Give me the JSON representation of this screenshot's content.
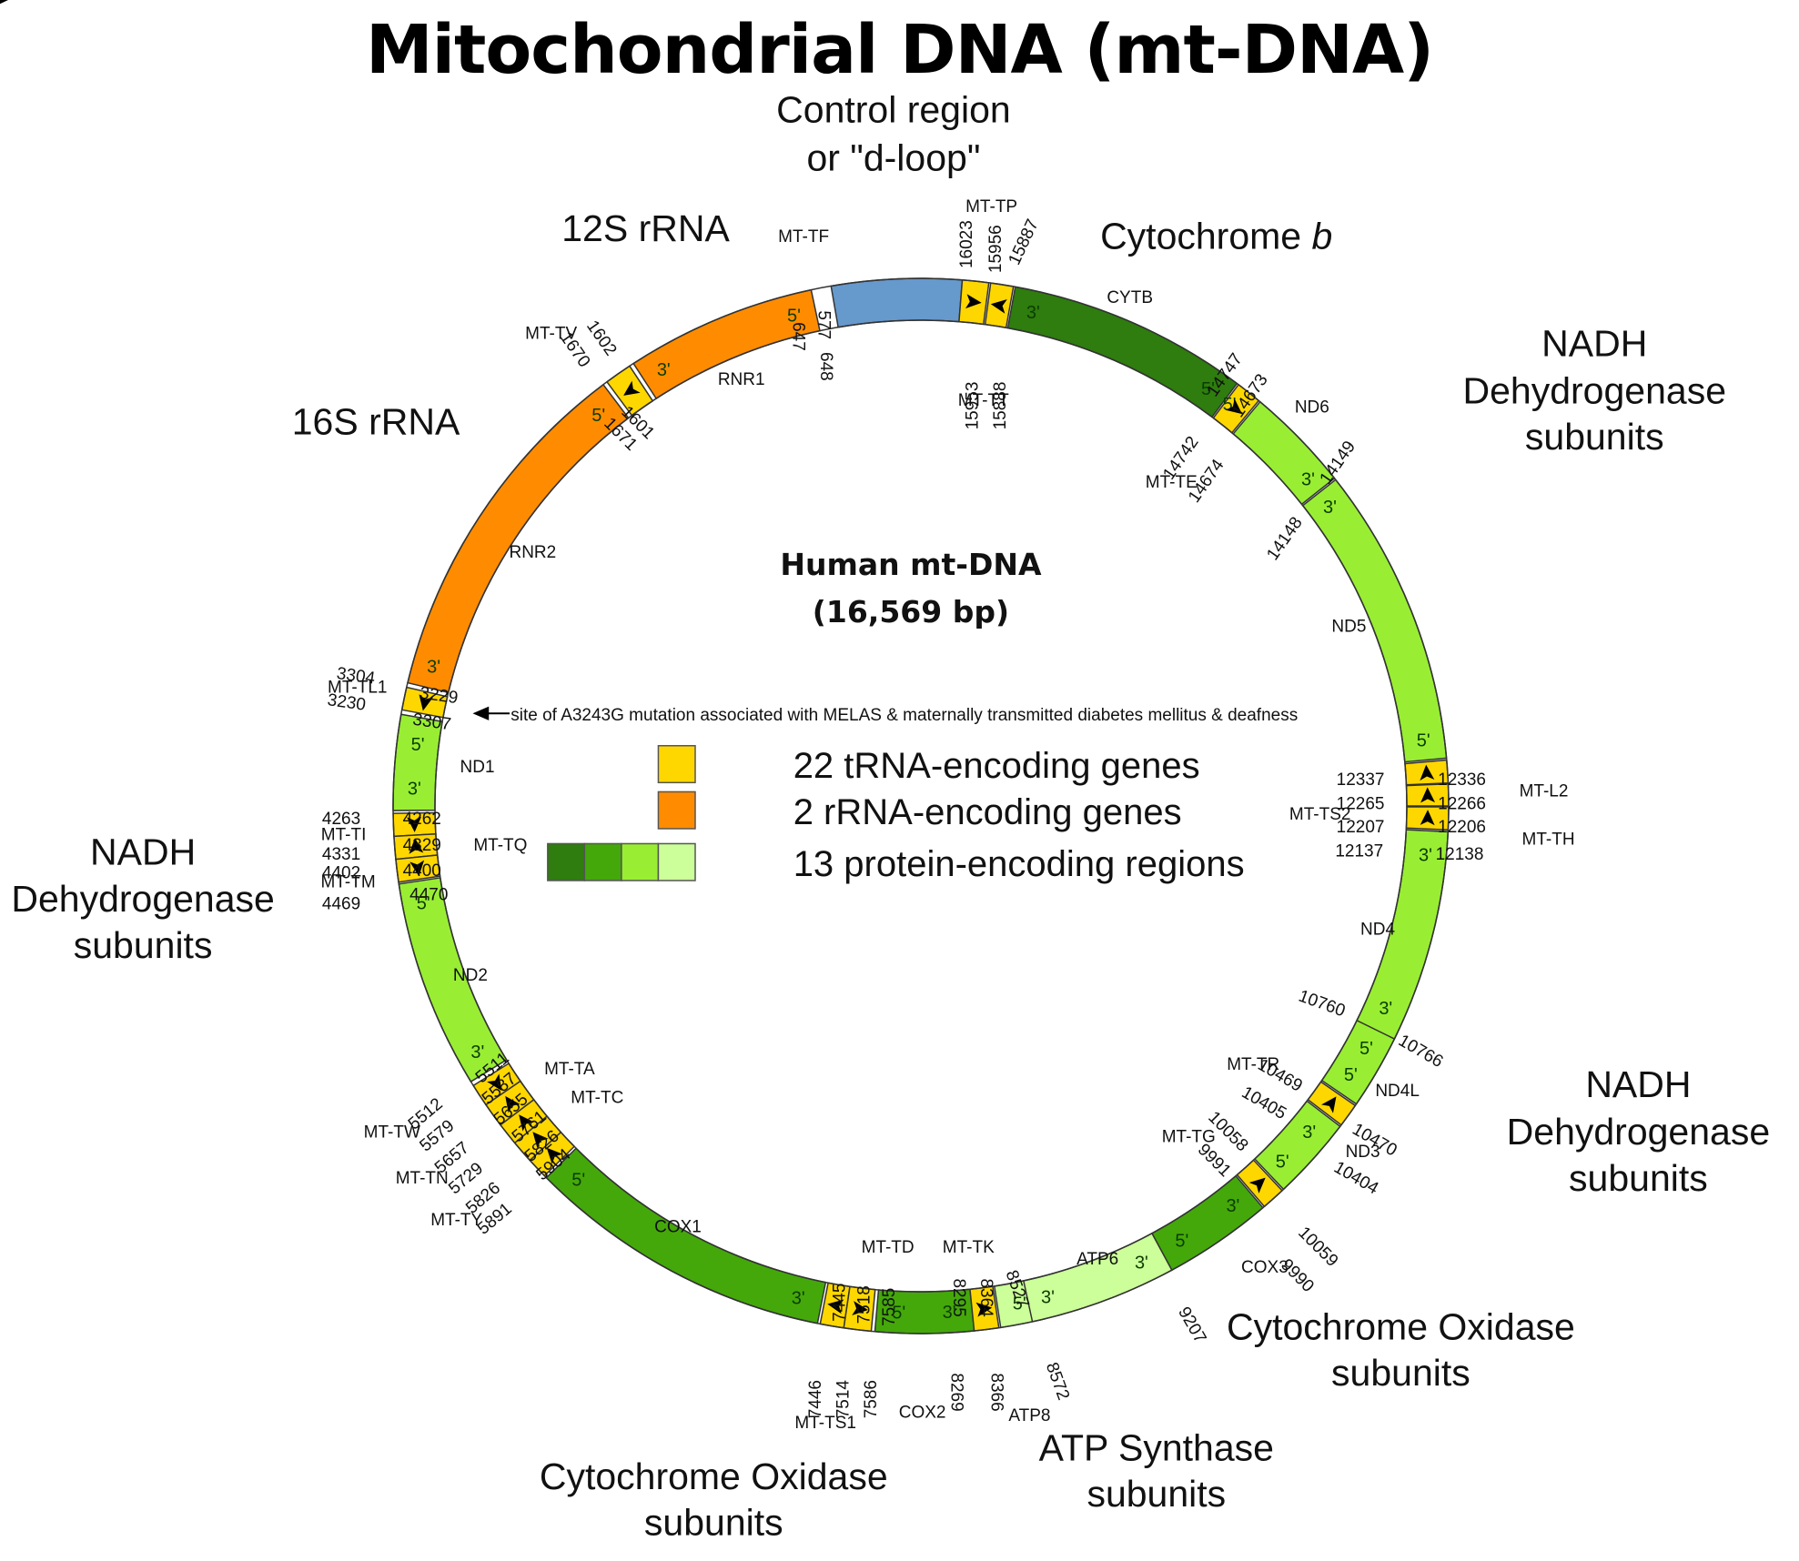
{
  "title": "Mitochondrial DNA (mt-DNA)",
  "center": {
    "line1": "Human mt-DNA",
    "line2": "(16,569 bp)",
    "genome_length_bp": 16569
  },
  "colors": {
    "trna": "#FFD700",
    "rrna": "#FF8C00",
    "control": "#6699CC",
    "protein_dark": "#2E7D0E",
    "protein_mid": "#44A80A",
    "protein_light": "#99EE33",
    "protein_pale": "#CCFF99",
    "outline": "#333333"
  },
  "region_labels": [
    {
      "id": "control",
      "lines": [
        "Control region",
        "or \"d-loop\""
      ]
    },
    {
      "id": "12s",
      "lines": [
        "12S rRNA"
      ]
    },
    {
      "id": "16s",
      "lines": [
        "16S rRNA"
      ]
    },
    {
      "id": "cytb",
      "lines": [
        "Cytochrome b"
      ]
    },
    {
      "id": "nadh-tr",
      "lines": [
        "NADH",
        "Dehydrogenase",
        "subunits"
      ]
    },
    {
      "id": "nadh-left",
      "lines": [
        "NADH",
        "Dehydrogenase",
        "subunits"
      ]
    },
    {
      "id": "nadh-br",
      "lines": [
        "NADH",
        "Dehydrogenase",
        "subunits"
      ]
    },
    {
      "id": "cox-br",
      "lines": [
        "Cytochrome Oxidase",
        "subunits"
      ]
    },
    {
      "id": "atp",
      "lines": [
        "ATP Synthase",
        "subunits"
      ]
    },
    {
      "id": "cox-bl",
      "lines": [
        "Cytochrome Oxidase",
        "subunits"
      ]
    }
  ],
  "segments": [
    {
      "name": "Control region",
      "type": "control",
      "start": 16023,
      "end": 577
    },
    {
      "name": "MT-TF",
      "type": "trna",
      "start": 577,
      "end": 647,
      "strand": "ccw"
    },
    {
      "name": "RNR1",
      "type": "rrna",
      "start": 648,
      "end": 1601
    },
    {
      "name": "MT-TV",
      "type": "trna",
      "start": 1602,
      "end": 1670,
      "strand": "ccw"
    },
    {
      "name": "RNR2",
      "type": "rrna",
      "start": 1671,
      "end": 3229
    },
    {
      "name": "MT-TL1",
      "type": "trna",
      "start": 3230,
      "end": 3304,
      "strand": "ccw"
    },
    {
      "name": "ND1",
      "type": "protein_light",
      "start": 3307,
      "end": 4262
    },
    {
      "name": "MT-TI",
      "type": "trna",
      "start": 4263,
      "end": 4331,
      "strand": "ccw"
    },
    {
      "name": "MT-TQ",
      "type": "trna",
      "start": 4329,
      "end": 4400,
      "strand": "cw"
    },
    {
      "name": "MT-TM",
      "type": "trna",
      "start": 4402,
      "end": 4469,
      "strand": "ccw"
    },
    {
      "name": "ND2",
      "type": "protein_light",
      "start": 4470,
      "end": 5511
    },
    {
      "name": "MT-TW",
      "type": "trna",
      "start": 5512,
      "end": 5579,
      "strand": "ccw"
    },
    {
      "name": "MT-TA",
      "type": "trna",
      "start": 5587,
      "end": 5655,
      "strand": "cw"
    },
    {
      "name": "MT-TN",
      "type": "trna",
      "start": 5657,
      "end": 5729,
      "strand": "cw"
    },
    {
      "name": "MT-TC",
      "type": "trna",
      "start": 5761,
      "end": 5826,
      "strand": "cw"
    },
    {
      "name": "MT-TY",
      "type": "trna",
      "start": 5826,
      "end": 5891,
      "strand": "cw"
    },
    {
      "name": "COX1",
      "type": "protein_mid",
      "start": 5904,
      "end": 7445
    },
    {
      "name": "MT-TS1",
      "type": "trna",
      "start": 7446,
      "end": 7514,
      "strand": "cw"
    },
    {
      "name": "MT-TD",
      "type": "trna",
      "start": 7518,
      "end": 7585,
      "strand": "ccw"
    },
    {
      "name": "COX2",
      "type": "protein_mid",
      "start": 7586,
      "end": 8269
    },
    {
      "name": "MT-TK",
      "type": "trna",
      "start": 8295,
      "end": 8364,
      "strand": "ccw"
    },
    {
      "name": "ATP8",
      "type": "protein_pale",
      "start": 8366,
      "end": 8572
    },
    {
      "name": "ATP6",
      "type": "protein_pale",
      "start": 8527,
      "end": 9207
    },
    {
      "name": "COX3",
      "type": "protein_mid",
      "start": 9207,
      "end": 9990
    },
    {
      "name": "MT-TG",
      "type": "trna",
      "start": 9991,
      "end": 10058,
      "strand": "ccw"
    },
    {
      "name": "ND3",
      "type": "protein_light",
      "start": 10059,
      "end": 10404
    },
    {
      "name": "MT-TR",
      "type": "trna",
      "start": 10405,
      "end": 10469,
      "strand": "ccw"
    },
    {
      "name": "ND4L",
      "type": "protein_light",
      "start": 10470,
      "end": 10766
    },
    {
      "name": "ND4",
      "type": "protein_light",
      "start": 10760,
      "end": 12137
    },
    {
      "name": "MT-TH",
      "type": "trna",
      "start": 12138,
      "end": 12206,
      "strand": "ccw"
    },
    {
      "name": "MT-TS2",
      "type": "trna",
      "start": 12207,
      "end": 12265,
      "strand": "ccw"
    },
    {
      "name": "MT-L2",
      "type": "trna",
      "start": 12266,
      "end": 12336,
      "strand": "ccw"
    },
    {
      "name": "ND5",
      "type": "protein_light",
      "start": 12337,
      "end": 14148
    },
    {
      "name": "ND6",
      "type": "protein_light",
      "start": 14149,
      "end": 14673
    },
    {
      "name": "MT-TE",
      "type": "trna",
      "start": 14674,
      "end": 14742,
      "strand": "cw"
    },
    {
      "name": "CYTB",
      "type": "protein_dark",
      "start": 14747,
      "end": 15887
    },
    {
      "name": "MT-TT",
      "type": "trna",
      "start": 15888,
      "end": 15953,
      "strand": "ccw"
    },
    {
      "name": "MT-TP",
      "type": "trna",
      "start": 15956,
      "end": 16023,
      "strand": "cw"
    }
  ],
  "gene_labels": [
    {
      "text": "MT-TF",
      "anchor": "MT-TF"
    },
    {
      "text": "RNR1",
      "anchor": "RNR1"
    },
    {
      "text": "MT-TV",
      "anchor": "MT-TV"
    },
    {
      "text": "RNR2",
      "anchor": "RNR2"
    },
    {
      "text": "MT-TL1",
      "anchor": "MT-TL1"
    },
    {
      "text": "ND1",
      "anchor": "ND1"
    },
    {
      "text": "MT-TI",
      "anchor": "MT-TI"
    },
    {
      "text": "MT-TQ",
      "anchor": "MT-TQ"
    },
    {
      "text": "MT-TM",
      "anchor": "MT-TM"
    },
    {
      "text": "ND2",
      "anchor": "ND2"
    },
    {
      "text": "MT-TW",
      "anchor": "MT-TW"
    },
    {
      "text": "MT-TA",
      "anchor": "MT-TA"
    },
    {
      "text": "MT-TN",
      "anchor": "MT-TN"
    },
    {
      "text": "MT-TC",
      "anchor": "MT-TC"
    },
    {
      "text": "MT-TY",
      "anchor": "MT-TY"
    },
    {
      "text": "COX1",
      "anchor": "COX1"
    },
    {
      "text": "MT-TS1",
      "anchor": "MT-TS1"
    },
    {
      "text": "MT-TD",
      "anchor": "MT-TD"
    },
    {
      "text": "COX2",
      "anchor": "COX2"
    },
    {
      "text": "MT-TK",
      "anchor": "MT-TK"
    },
    {
      "text": "ATP8",
      "anchor": "ATP8"
    },
    {
      "text": "ATP6",
      "anchor": "ATP6"
    },
    {
      "text": "COX3",
      "anchor": "COX3"
    },
    {
      "text": "MT-TG",
      "anchor": "MT-TG"
    },
    {
      "text": "ND3",
      "anchor": "ND3"
    },
    {
      "text": "MT-TR",
      "anchor": "MT-TR"
    },
    {
      "text": "ND4L",
      "anchor": "ND4L"
    },
    {
      "text": "ND4",
      "anchor": "ND4"
    },
    {
      "text": "MT-TH",
      "anchor": "MT-TH"
    },
    {
      "text": "MT-TS2",
      "anchor": "MT-TS2"
    },
    {
      "text": "MT-L2",
      "anchor": "MT-L2"
    },
    {
      "text": "ND5",
      "anchor": "ND5"
    },
    {
      "text": "ND6",
      "anchor": "ND6"
    },
    {
      "text": "MT-TE",
      "anchor": "MT-TE"
    },
    {
      "text": "CYTB",
      "anchor": "CYTB"
    },
    {
      "text": "MT-TT",
      "anchor": "MT-TT"
    },
    {
      "text": "MT-TP",
      "anchor": "MT-TP"
    }
  ],
  "position_labels": [
    "647",
    "577",
    "648",
    "16023",
    "15956",
    "15887",
    "15953",
    "15888",
    "1602",
    "1670",
    "1601",
    "1671",
    "3304",
    "3230",
    "3229",
    "3307",
    "4263",
    "4331",
    "4402",
    "4469",
    "4262",
    "4329",
    "4400",
    "4470",
    "5511",
    "5587",
    "5655",
    "5761",
    "5826",
    "5904",
    "5512",
    "5579",
    "5657",
    "5729",
    "5826",
    "5891",
    "7445",
    "7518",
    "7585",
    "7446",
    "7514",
    "7586",
    "8295",
    "8364",
    "8527",
    "8269",
    "8366",
    "8572",
    "9207",
    "9990",
    "10059",
    "10058",
    "9991",
    "10404",
    "10470",
    "10405",
    "10469",
    "10760",
    "10766",
    "12137",
    "12207",
    "12265",
    "12337",
    "12138",
    "12206",
    "12266",
    "12336",
    "14148",
    "14149",
    "14674",
    "14742",
    "14747",
    "14673"
  ],
  "mutation_note": "site of A3243G mutation associated with MELAS & maternally transmitted diabetes mellitus & deafness",
  "legend": [
    {
      "label": "22 tRNA-encoding genes",
      "swatches": [
        "#FFD700"
      ]
    },
    {
      "label": "2 rRNA-encoding genes",
      "swatches": [
        "#FF8C00"
      ]
    },
    {
      "label": "13 protein-encoding regions",
      "swatches": [
        "#2E7D0E",
        "#44A80A",
        "#99EE33",
        "#CCFF99"
      ]
    }
  ]
}
